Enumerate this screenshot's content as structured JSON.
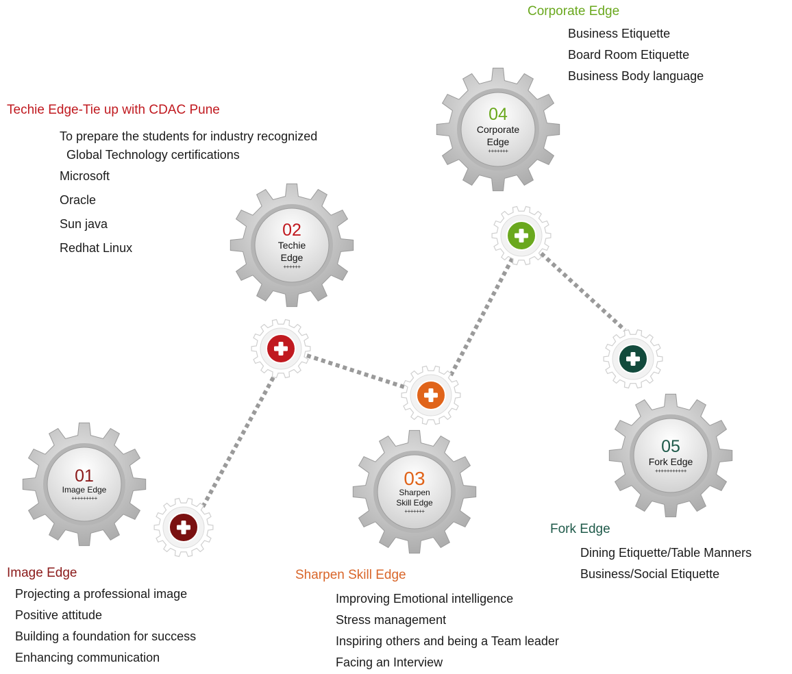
{
  "gears": [
    {
      "id": "g01",
      "number": "01",
      "label": "Image Edge",
      "deco": "+++++++++",
      "color": "#8b1a1a"
    },
    {
      "id": "g02",
      "number": "02",
      "label": "Techie Edge",
      "deco": "++++++",
      "color": "#c0191f"
    },
    {
      "id": "g03",
      "number": "03",
      "label": "Sharpen Skill Edge",
      "deco": "+++++++",
      "color": "#e0641a"
    },
    {
      "id": "g04",
      "number": "04",
      "label": "Corporate Edge",
      "deco": "+++++++",
      "color": "#6aa81e"
    },
    {
      "id": "g05",
      "number": "05",
      "label": "Fork Edge",
      "deco": "+++++++++++",
      "color": "#1f5a4a"
    }
  ],
  "plus_nodes": [
    {
      "id": "p01",
      "color": "#7a1010",
      "icon": "plus-icon"
    },
    {
      "id": "p02",
      "color": "#c0191f",
      "icon": "plus-icon"
    },
    {
      "id": "p03",
      "color": "#e0641a",
      "icon": "plus-icon"
    },
    {
      "id": "p04",
      "color": "#6aa81e",
      "icon": "plus-icon"
    },
    {
      "id": "p05",
      "color": "#124a3c",
      "icon": "plus-icon"
    }
  ],
  "sections": {
    "image": {
      "title": "Image Edge",
      "title_color": "#8b1a1a",
      "items": [
        "Projecting a professional image",
        "Positive attitude",
        "Building a foundation for success",
        "Enhancing communication"
      ]
    },
    "techie": {
      "title": "Techie Edge-Tie up with CDAC Pune",
      "title_color": "#c0191f",
      "intro_line1": "To prepare the students for industry recognized",
      "intro_line2": "Global Technology certifications",
      "items": [
        "Microsoft",
        "Oracle",
        "Sun java",
        "Redhat Linux"
      ]
    },
    "sharpen": {
      "title": "Sharpen Skill Edge",
      "title_color": "#d9662a",
      "items": [
        "Improving Emotional intelligence",
        "Stress management",
        "Inspiring others and being a Team leader",
        "Facing an Interview"
      ]
    },
    "corporate": {
      "title": "Corporate Edge",
      "title_color": "#6aa81e",
      "items": [
        "Business Etiquette",
        "Board Room Etiquette",
        "Business Body language"
      ]
    },
    "fork": {
      "title": "Fork Edge",
      "title_color": "#1f5a4a",
      "items": [
        "Dining Etiquette/Table Manners",
        "Business/Social Etiquette"
      ]
    }
  }
}
